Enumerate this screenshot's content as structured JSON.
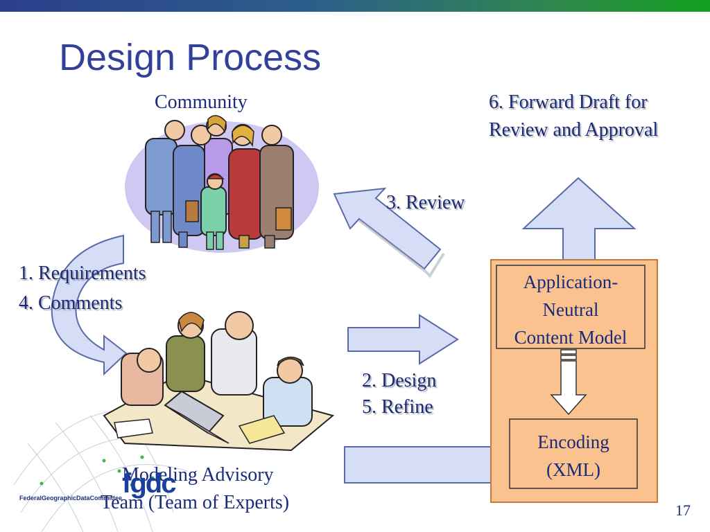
{
  "slide": {
    "title": "Design Process",
    "page_number": "17"
  },
  "labels": {
    "community": "Community",
    "forward_line1": "6. Forward Draft for",
    "forward_line2": "Review and Approval",
    "review": "3. Review",
    "requirements": "1. Requirements",
    "comments": "4. Comments",
    "design": "2. Design",
    "refine": "5. Refine",
    "team_line1": "Modeling Advisory",
    "team_line2": "Team (Team of Experts)"
  },
  "model_box": {
    "line1": "Application-",
    "line2": "Neutral",
    "line3": "Content Model"
  },
  "encoding_box": {
    "line1": "Encoding",
    "line2": "(XML)"
  },
  "logo": {
    "text": "FederalGeographicDataCommittee",
    "mark": "fgdc"
  },
  "colors": {
    "title": "#33409a",
    "arrow_fill": "#d6def7",
    "arrow_stroke": "#5a6aa8",
    "panel_fill": "#f9c28f",
    "panel_stroke": "#c07b3a"
  }
}
